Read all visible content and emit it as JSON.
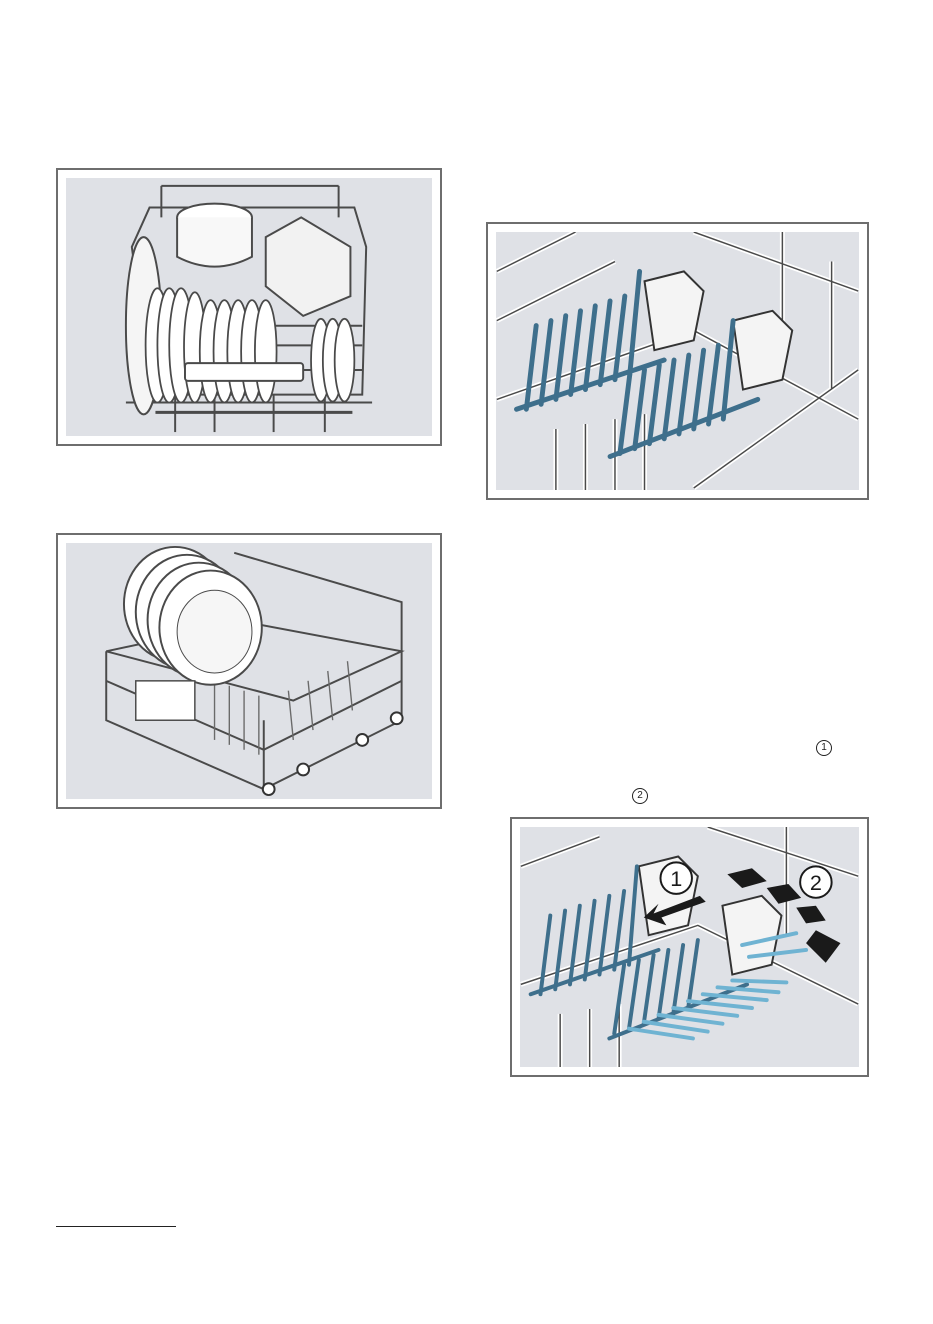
{
  "steps": {
    "marker_1": "1",
    "marker_2": "2"
  },
  "figures": {
    "fold_callouts": [
      "1",
      "2"
    ]
  },
  "colors": {
    "figure_background": "#dfe1e6",
    "figure_border": "#6e6e6e",
    "tines_dark": "#3e6f8c",
    "tines_light": "#6fb3d2",
    "arrow": "#1a1a1a"
  }
}
